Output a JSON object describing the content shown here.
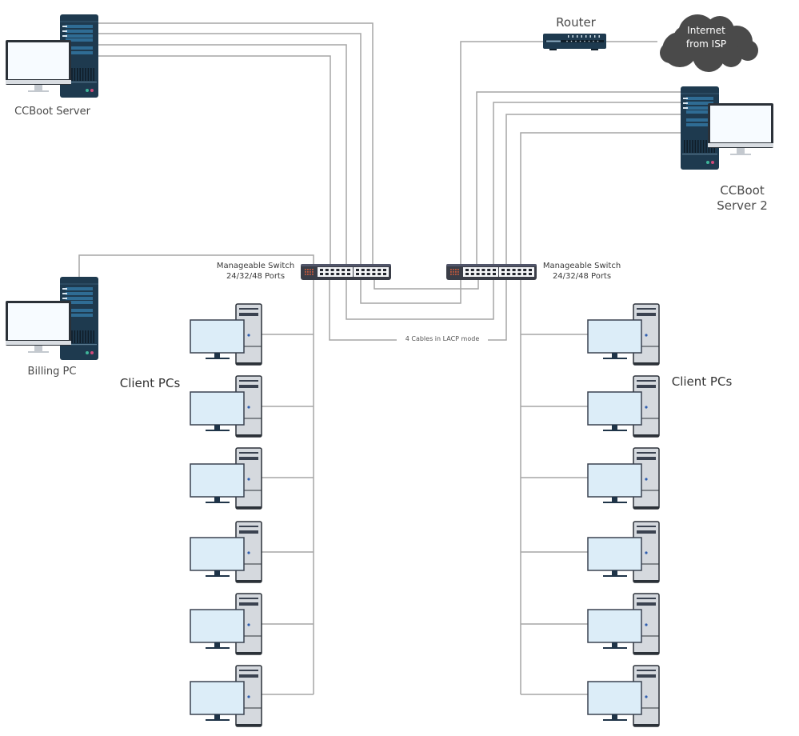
{
  "labels": {
    "ccboot_server": "CCBoot Server",
    "ccboot_server2_line1": "CCBoot",
    "ccboot_server2_line2": "Server 2",
    "router": "Router",
    "internet_line1": "Internet",
    "internet_line2": "from ISP",
    "switch_left_line1": "Manageable Switch",
    "switch_left_line2": "24/32/48 Ports",
    "switch_right_line1": "Manageable Switch",
    "switch_right_line2": "24/32/48 Ports",
    "billing_pc": "Billing PC",
    "client_pcs_left": "Client PCs",
    "client_pcs_right": "Client PCs",
    "lacp": "4 Cables in LACP mode"
  },
  "nodes": {
    "servers": [
      "CCBoot Server",
      "CCBoot Server 2",
      "Billing PC"
    ],
    "switches": [
      "Manageable Switch (left)",
      "Manageable Switch (right)"
    ],
    "router": "Router",
    "internet": "Internet from ISP",
    "client_pcs_left_count": 6,
    "client_pcs_right_count": 6
  },
  "colors": {
    "server_dark": "#1e3a4f",
    "server_stripe": "#2f6c94",
    "monitor_frame": "#2b3138",
    "monitor_screen": "#f7fbff",
    "client_screen": "#dcedf8",
    "client_tower": "#d5d9de",
    "switch_body": "#3a3d47",
    "cloud": "#4a4a4a",
    "cable": "#a6a6a6"
  }
}
